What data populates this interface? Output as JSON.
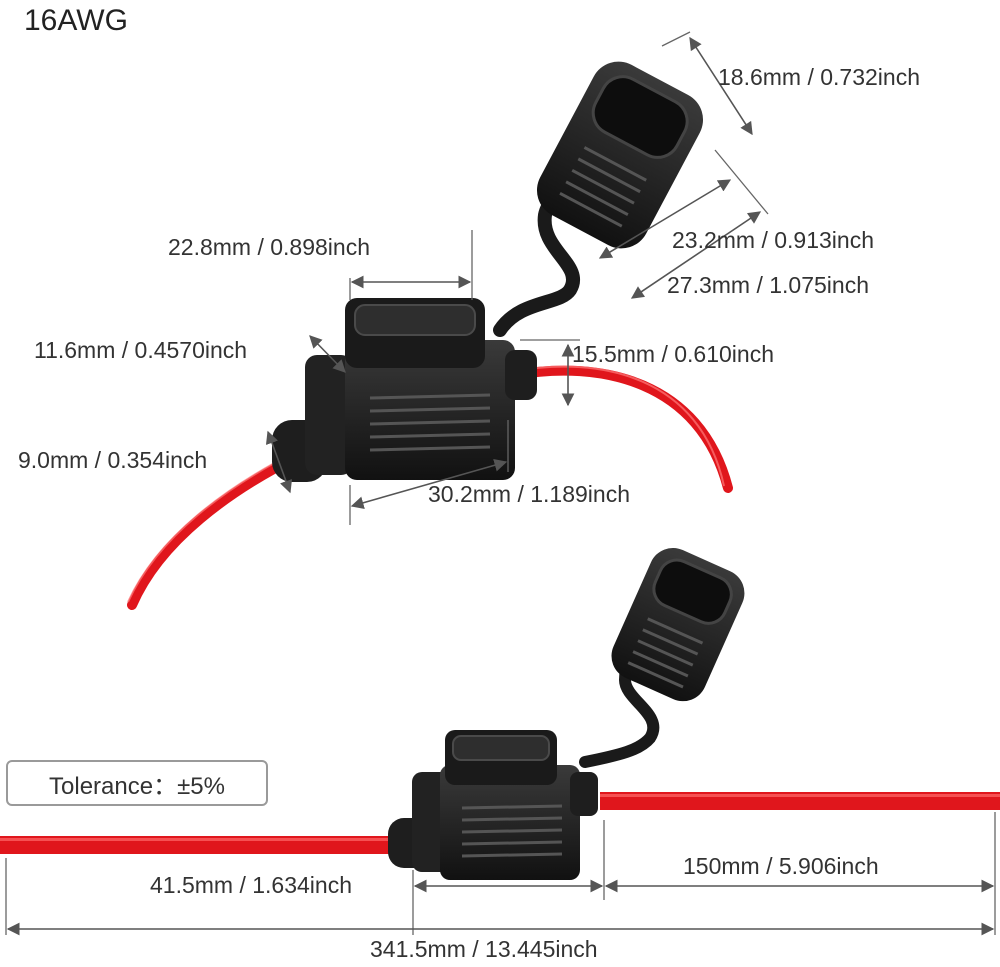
{
  "title": "16AWG",
  "tolerance": "Tolerance：±5%",
  "dimensions": {
    "cap_width": "18.6mm / 0.732inch",
    "cap_depth": "23.2mm / 0.913inch",
    "cap_length": "27.3mm / 1.075inch",
    "holder_top_width": "22.8mm / 0.898inch",
    "holder_top_height": "11.6mm / 0.4570inch",
    "holder_height": "15.5mm / 0.610inch",
    "wire_entry": "9.0mm / 0.354inch",
    "holder_length": "30.2mm / 1.189inch",
    "left_wire": "41.5mm / 1.634inch",
    "right_wire": "150mm / 5.906inch",
    "total_length": "341.5mm / 13.445inch"
  },
  "colors": {
    "wire": "#e0161c",
    "wire_highlight": "#ff6a6a",
    "body": "#1c1c1c",
    "body_light": "#3a3a3a",
    "dimension_line": "#555555",
    "text": "#333333"
  }
}
